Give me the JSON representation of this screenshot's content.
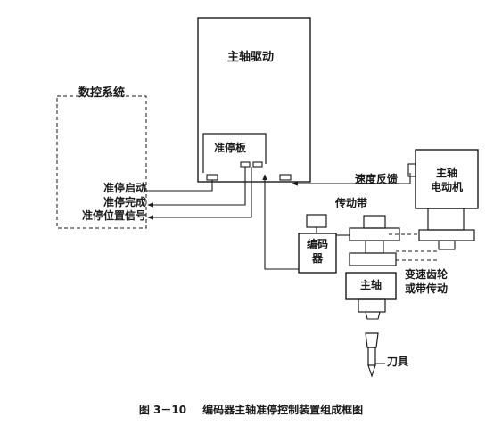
{
  "spindle_drive": {
    "title": "主轴驱动"
  },
  "orientation_board": {
    "label": "准停板"
  },
  "cnc_system": {
    "title": "数控系统",
    "signals": [
      "准停启动",
      "准停完成",
      "准停位置信号"
    ]
  },
  "speed_feedback": {
    "label": "速度反馈"
  },
  "spindle_motor": {
    "line1": "主轴",
    "line2": "电动机"
  },
  "belt": {
    "label": "传动带"
  },
  "encoder": {
    "line1": "编码",
    "line2": "器"
  },
  "spindle": {
    "label": "主轴"
  },
  "gear_belt": {
    "line1": "变速齿轮",
    "line2": "或带传动"
  },
  "tool": {
    "label": "刀具"
  },
  "caption": {
    "figure_number": "图 3－10",
    "title": "编码器主轴准停控制装置组成框图"
  }
}
